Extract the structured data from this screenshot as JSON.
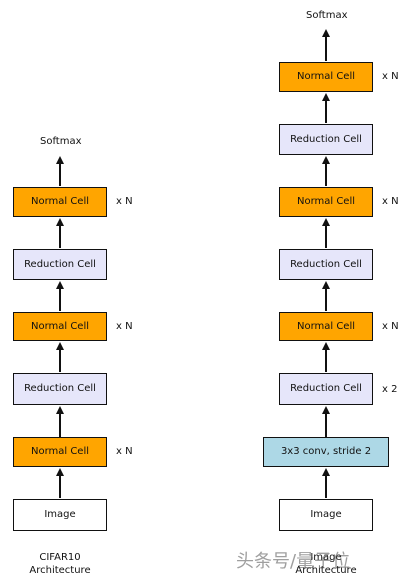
{
  "left_architecture": {
    "softmax": "Softmax",
    "blocks": [
      {
        "type": "normal",
        "label": "Normal Cell",
        "repeat": "x N"
      },
      {
        "type": "reduction",
        "label": "Reduction Cell"
      },
      {
        "type": "normal",
        "label": "Normal Cell",
        "repeat": "x N"
      },
      {
        "type": "reduction",
        "label": "Reduction Cell"
      },
      {
        "type": "normal",
        "label": "Normal Cell",
        "repeat": "x N"
      },
      {
        "type": "image",
        "label": "Image"
      }
    ],
    "caption": [
      "CIFAR10",
      "Architecture"
    ]
  },
  "right_architecture": {
    "softmax": "Softmax",
    "blocks": [
      {
        "type": "normal",
        "label": "Normal Cell",
        "repeat": "x N"
      },
      {
        "type": "reduction",
        "label": "Reduction Cell"
      },
      {
        "type": "normal",
        "label": "Normal Cell",
        "repeat": "x N"
      },
      {
        "type": "reduction",
        "label": "Reduction Cell"
      },
      {
        "type": "normal",
        "label": "Normal Cell",
        "repeat": "x N"
      },
      {
        "type": "reduction",
        "label": "Reduction Cell",
        "repeat": "x 2"
      },
      {
        "type": "conv",
        "label": "3x3 conv, stride 2"
      },
      {
        "type": "image",
        "label": "Image"
      }
    ],
    "caption": [
      "Image",
      "Architecture"
    ]
  },
  "watermark": "头条号/量子位",
  "colors": {
    "normal": "#ffa500",
    "reduction": "#e6e6fa",
    "conv": "#add8e6",
    "image": "#ffffff",
    "line": "#111111"
  }
}
